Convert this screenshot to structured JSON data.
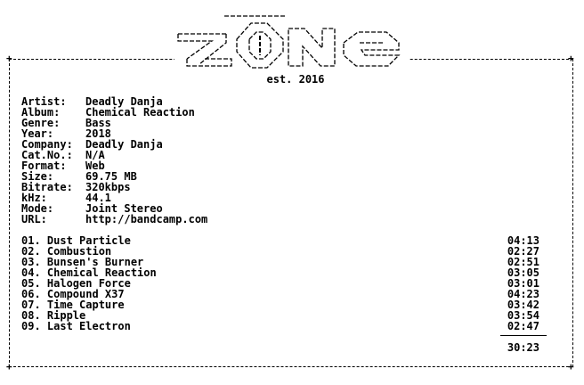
{
  "logo": {
    "name": "zone"
  },
  "established": "est. 2016",
  "info": [
    {
      "label": "Artist:",
      "value": "Deadly Danja"
    },
    {
      "label": "Album:",
      "value": "Chemical Reaction"
    },
    {
      "label": "Genre:",
      "value": "Bass"
    },
    {
      "label": "Year:",
      "value": "2018"
    },
    {
      "label": "Company:",
      "value": "Deadly Danja"
    },
    {
      "label": "Cat.No.:",
      "value": "N/A"
    },
    {
      "label": "Format:",
      "value": "Web"
    },
    {
      "label": "Size:",
      "value": "69.75 MB"
    },
    {
      "label": "Bitrate:",
      "value": "320kbps"
    },
    {
      "label": "kHz:",
      "value": "44.1"
    },
    {
      "label": "Mode:",
      "value": "Joint Stereo"
    },
    {
      "label": "URL:",
      "value": "http://bandcamp.com"
    }
  ],
  "tracks": [
    {
      "title": "01. Dust Particle",
      "time": "04:13"
    },
    {
      "title": "02. Combustion",
      "time": "02:27"
    },
    {
      "title": "03. Bunsen's Burner",
      "time": "02:51"
    },
    {
      "title": "04. Chemical Reaction",
      "time": "03:05"
    },
    {
      "title": "05. Halogen Force",
      "time": "03:01"
    },
    {
      "title": "06. Compound X37",
      "time": "04:23"
    },
    {
      "title": "07. Time Capture",
      "time": "03:42"
    },
    {
      "title": "08. Ripple",
      "time": "03:54"
    },
    {
      "title": "09. Last Electron",
      "time": "02:47"
    }
  ],
  "total_time": "30:23"
}
